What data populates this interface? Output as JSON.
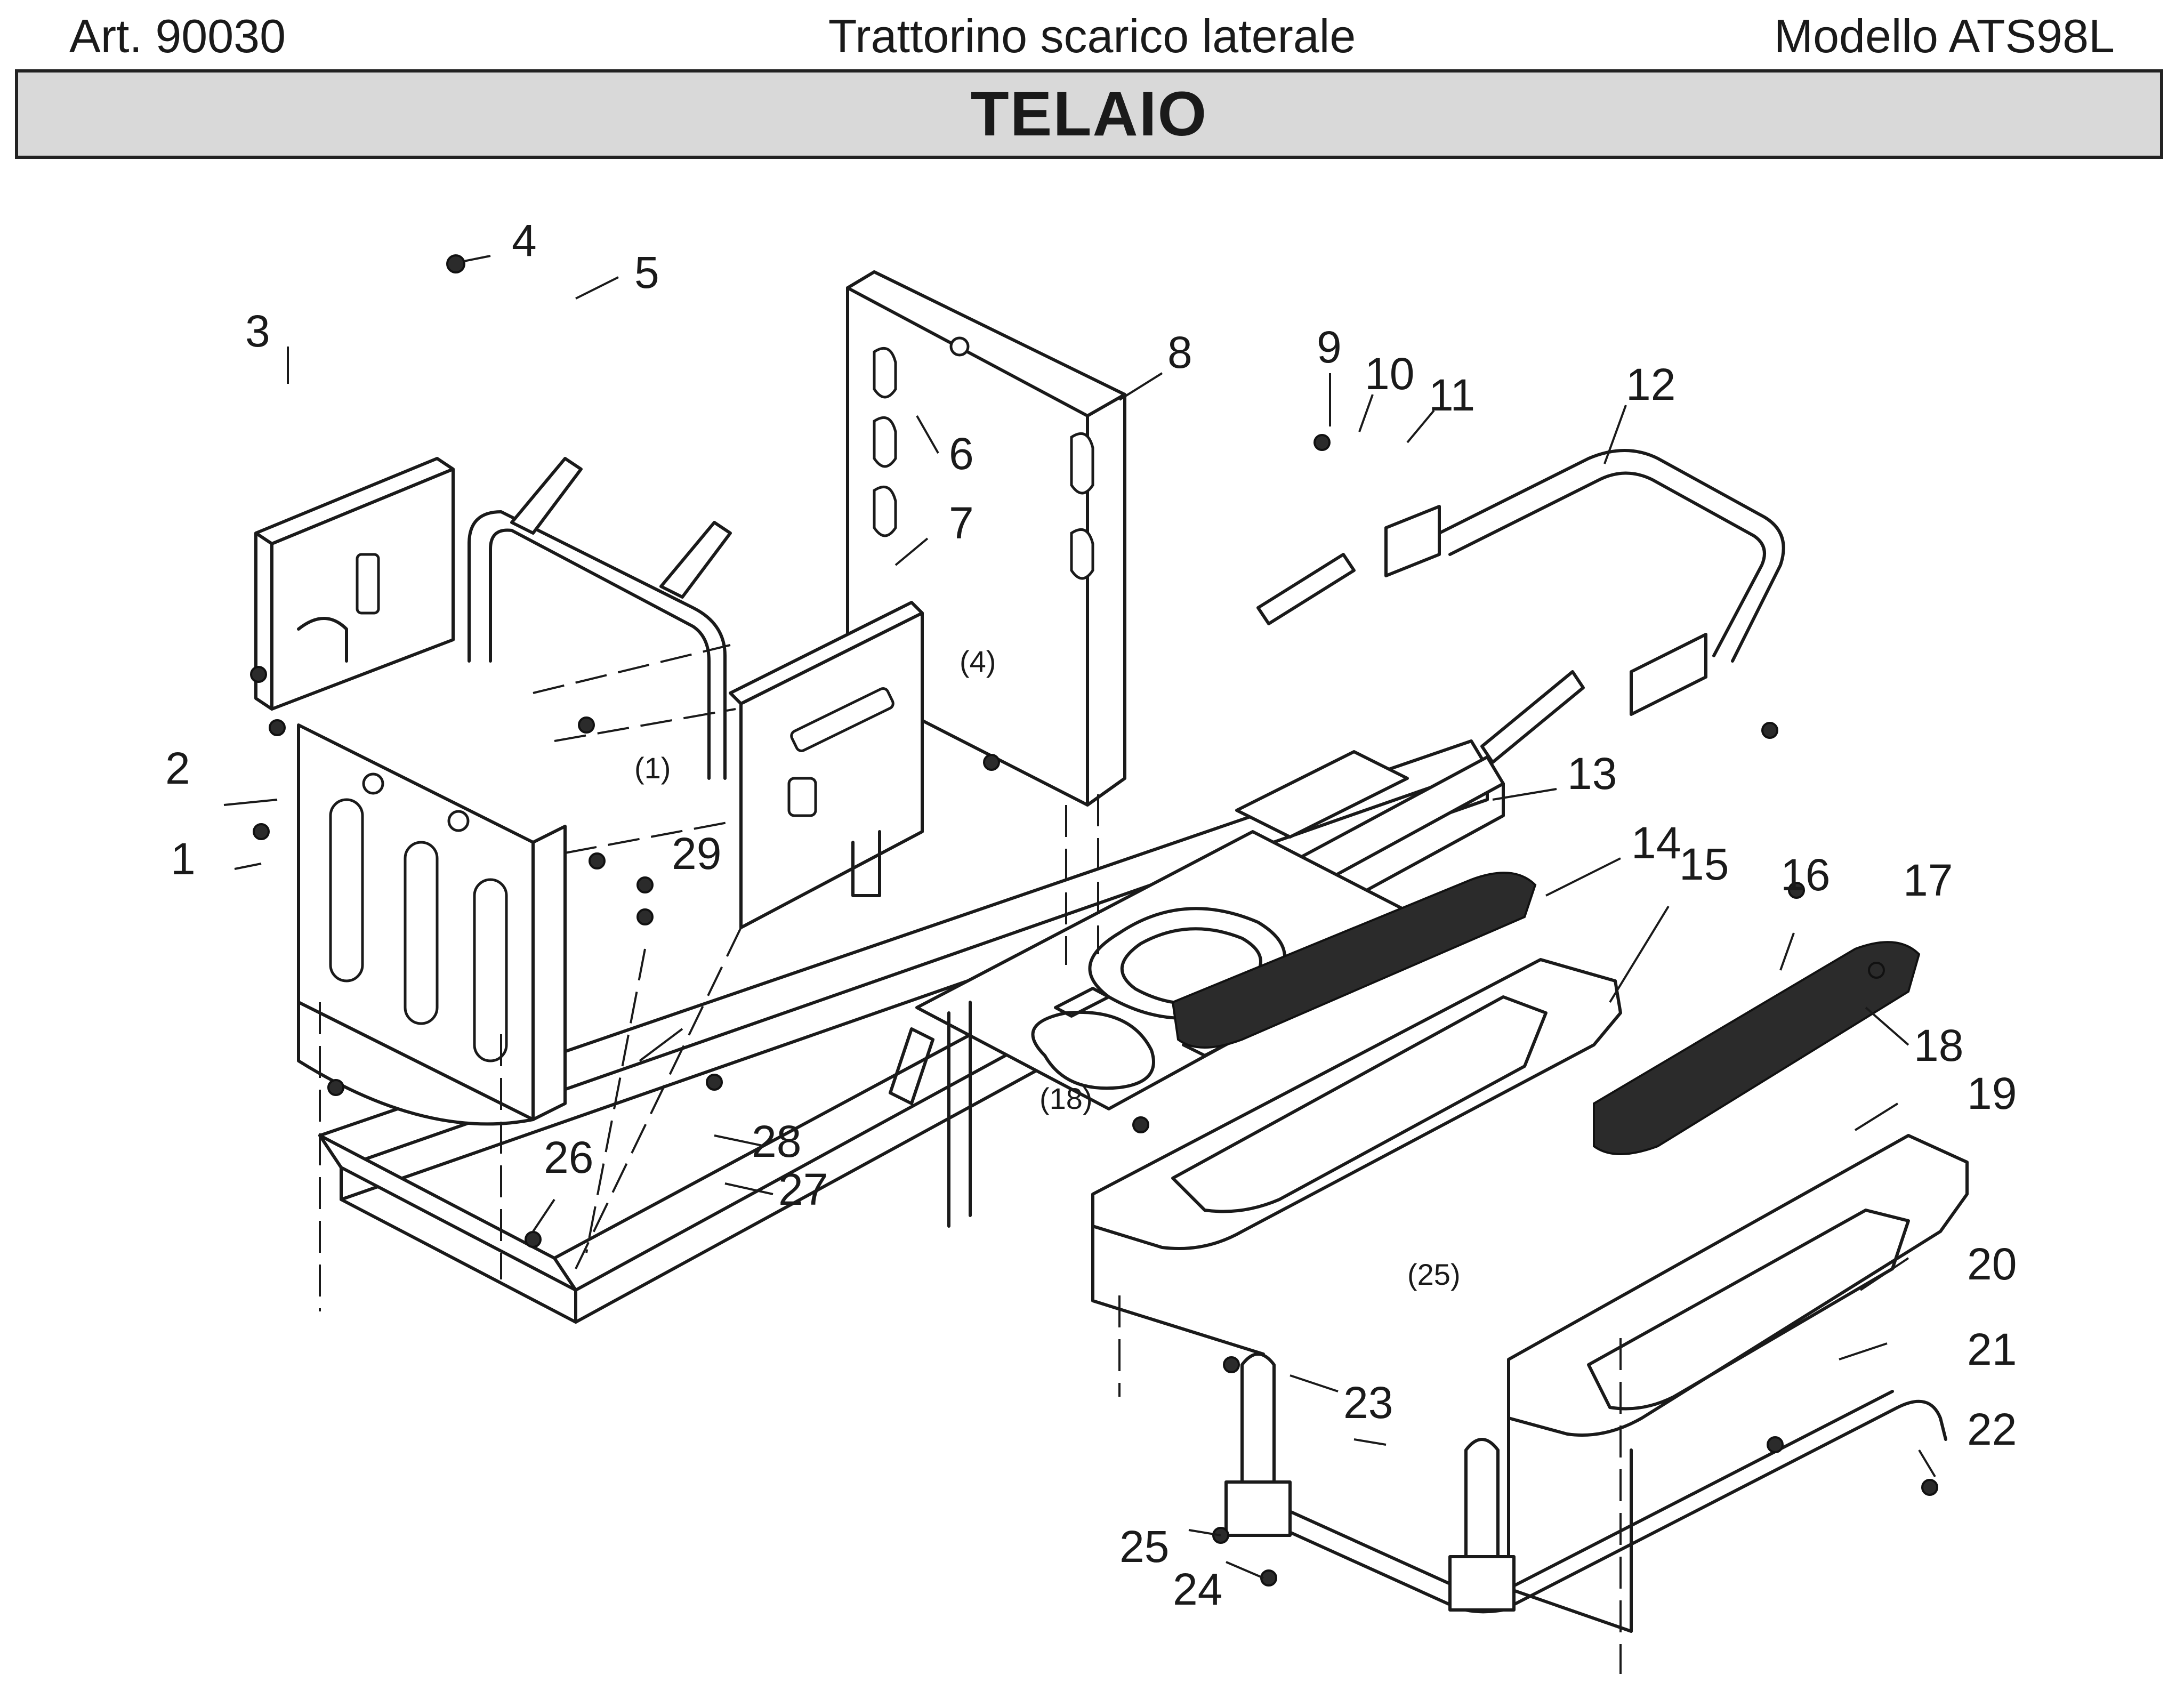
{
  "header": {
    "article": "Art. 90030",
    "product": "Trattorino scarico laterale",
    "model": "Modello ATS98L"
  },
  "section_title": "TELAIO",
  "callouts": [
    {
      "id": "c1",
      "label": "1"
    },
    {
      "id": "c2",
      "label": "2"
    },
    {
      "id": "c3",
      "label": "3"
    },
    {
      "id": "c4",
      "label": "4"
    },
    {
      "id": "c5",
      "label": "5"
    },
    {
      "id": "c6",
      "label": "6"
    },
    {
      "id": "c7",
      "label": "7"
    },
    {
      "id": "c8",
      "label": "8"
    },
    {
      "id": "c9",
      "label": "9"
    },
    {
      "id": "c10",
      "label": "10"
    },
    {
      "id": "c11",
      "label": "11"
    },
    {
      "id": "c12",
      "label": "12"
    },
    {
      "id": "c13",
      "label": "13"
    },
    {
      "id": "c14",
      "label": "14"
    },
    {
      "id": "c15",
      "label": "15"
    },
    {
      "id": "c16",
      "label": "16"
    },
    {
      "id": "c17",
      "label": "17"
    },
    {
      "id": "c18",
      "label": "18"
    },
    {
      "id": "c19",
      "label": "19"
    },
    {
      "id": "c20",
      "label": "20"
    },
    {
      "id": "c21",
      "label": "21"
    },
    {
      "id": "c22",
      "label": "22"
    },
    {
      "id": "c23",
      "label": "23"
    },
    {
      "id": "c24",
      "label": "24"
    },
    {
      "id": "c25",
      "label": "25"
    },
    {
      "id": "c26",
      "label": "26"
    },
    {
      "id": "c27",
      "label": "27"
    },
    {
      "id": "c28",
      "label": "28"
    },
    {
      "id": "c29",
      "label": "29"
    },
    {
      "id": "c4b",
      "label": "(4)"
    },
    {
      "id": "c1b",
      "label": "(1)"
    },
    {
      "id": "c18b",
      "label": "(18)"
    },
    {
      "id": "c25b",
      "label": "(25)"
    }
  ]
}
